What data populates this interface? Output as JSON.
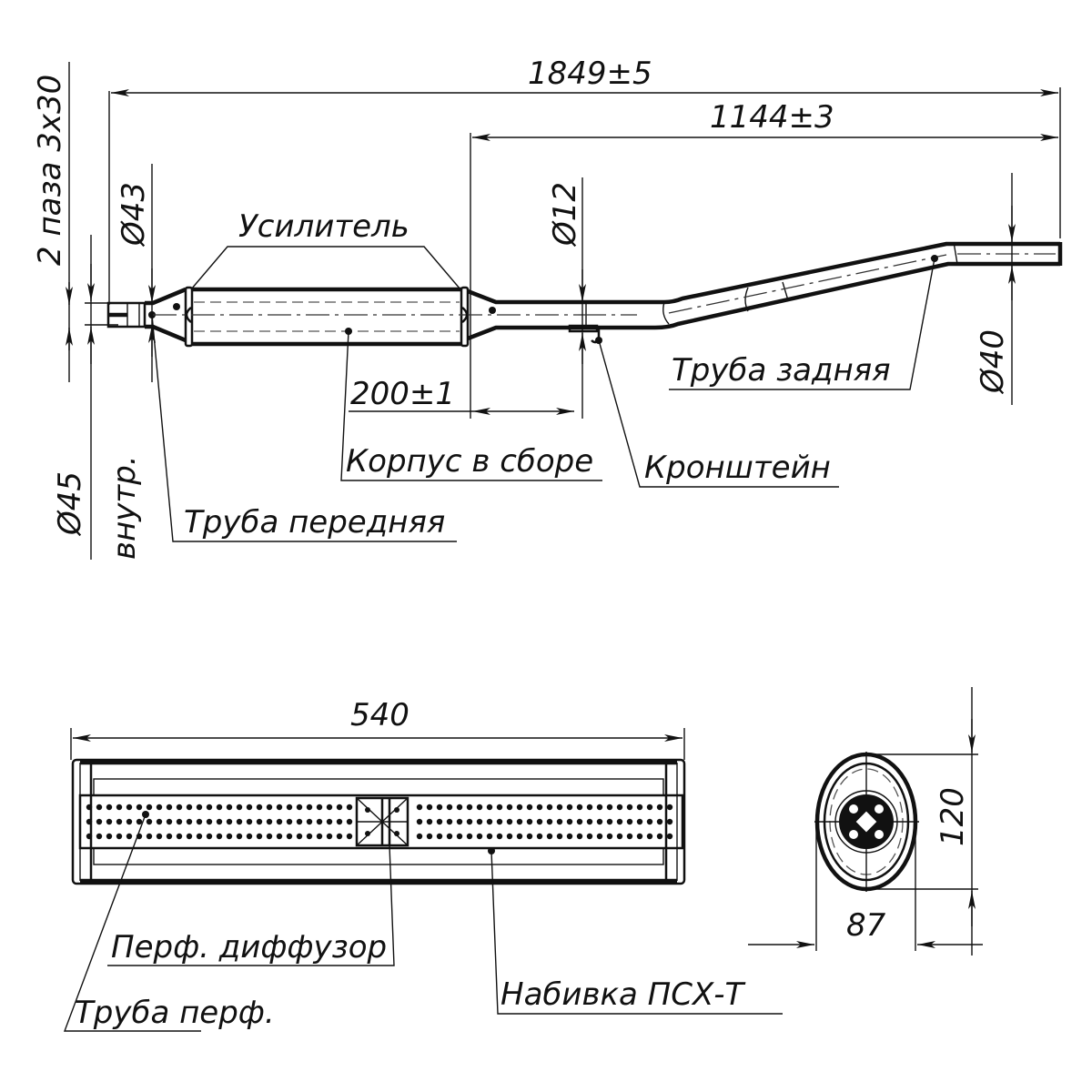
{
  "drawing": {
    "colors": {
      "ink": "#111111",
      "paper": "#ffffff"
    },
    "assembly_view": {
      "dimensions": {
        "overall_length": "1849±5",
        "rear_section_length": "1144±3",
        "body_to_bracket": "200±1",
        "front_inlet_diameter": "Ø43",
        "bracket_diameter": "Ø12",
        "rear_pipe_diameter": "Ø40",
        "front_pipe_inner_diameter": "Ø45",
        "front_pipe_inner_note": "внутр.",
        "slots_note": "2 паза 3х30"
      },
      "callouts": {
        "reinforcement": "Усилитель",
        "body_assembly": "Корпус в сборе",
        "bracket": "Кронштейн",
        "rear_pipe": "Труба задняя",
        "front_pipe": "Труба передняя"
      }
    },
    "section_view": {
      "dimensions": {
        "body_length": "540"
      },
      "callouts": {
        "perforated_diffuser": "Перф. диффузор",
        "perforated_pipe": "Труба перф.",
        "packing": "Набивка ПСХ-Т"
      }
    },
    "end_view": {
      "dimensions": {
        "height": "120",
        "width": "87"
      }
    }
  }
}
